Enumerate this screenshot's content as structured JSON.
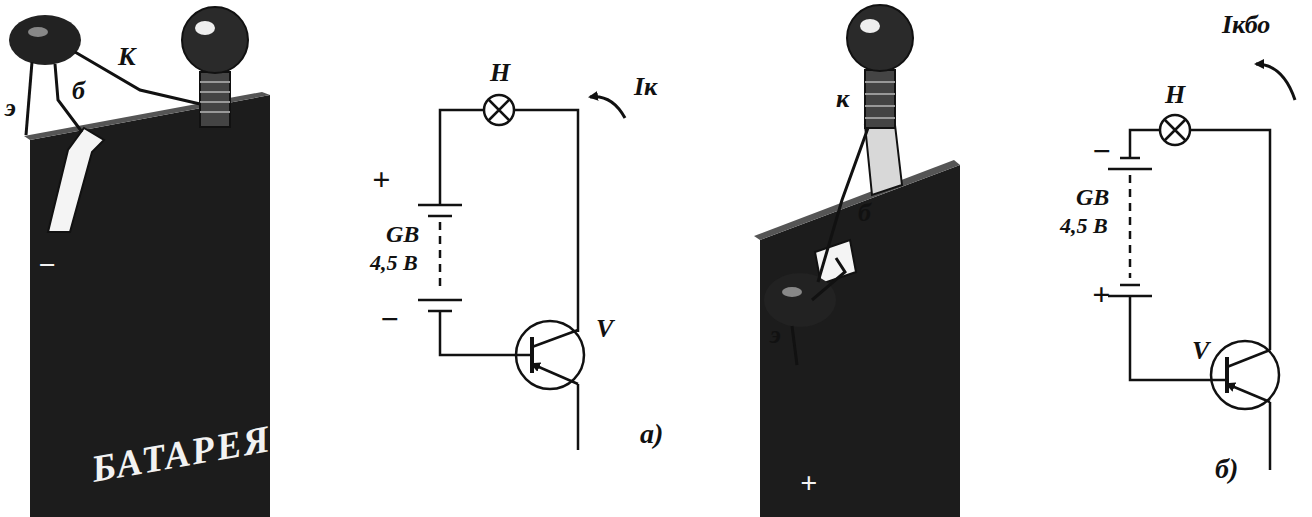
{
  "diagram": {
    "labels": [
      "э",
      "б",
      "К",
      "БАТАРЕЯ",
      "−",
      "Н",
      "Iк",
      "+",
      "GB",
      "4,5 В",
      "−",
      "V",
      "а)",
      "к",
      "б",
      "э",
      "+",
      "Н",
      "Iкбо",
      "−",
      "GB",
      "4,5 В",
      "+",
      "V",
      "б)"
    ]
  }
}
